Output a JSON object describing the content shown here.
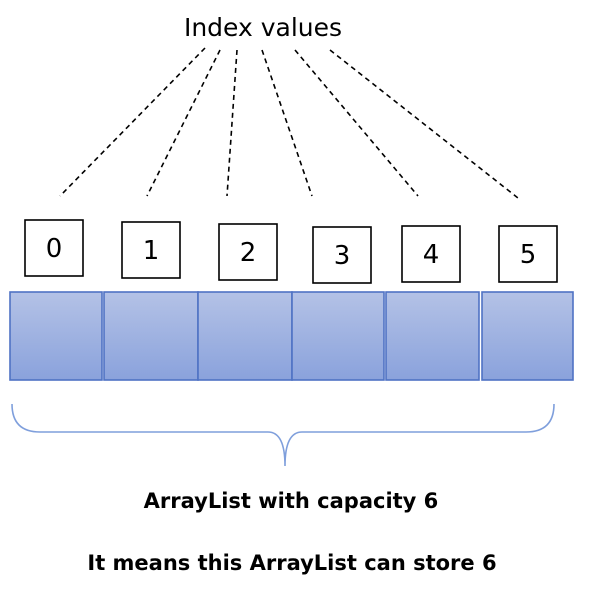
{
  "title": "Index values",
  "indices": [
    {
      "label": "0"
    },
    {
      "label": "1"
    },
    {
      "label": "2"
    },
    {
      "label": "3"
    },
    {
      "label": "4"
    },
    {
      "label": "5"
    }
  ],
  "captions": {
    "line1": "ArrayList with capacity 6",
    "line2": "It means this ArrayList can store 6"
  },
  "colors": {
    "cell_top": "#b4c2e6",
    "cell_bottom": "#8aa2dc",
    "cell_border": "#4f72c4",
    "brace": "#7f9fdc",
    "text": "#000000"
  }
}
